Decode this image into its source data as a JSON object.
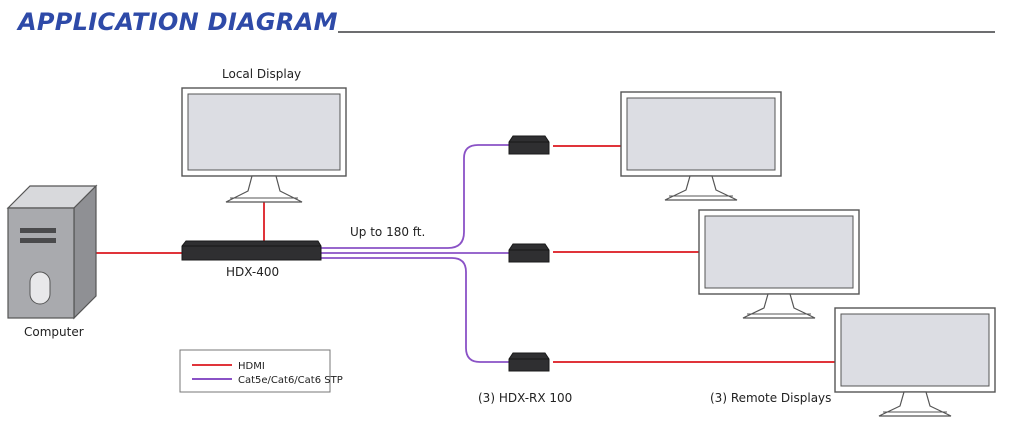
{
  "title": "APPLICATION DIAGRAM",
  "colors": {
    "hdmi": "#e0343a",
    "cat": "#8a52c6",
    "title": "#2e4aa8"
  },
  "labels": {
    "local_display": "Local Display",
    "computer": "Computer",
    "switch": "HDX-400",
    "distance": "Up to 180 ft.",
    "receivers": "(3) HDX-RX 100",
    "remote_displays": "(3) Remote Displays"
  },
  "legend": {
    "hdmi": "HDMI",
    "cat": "Cat5e/Cat6/Cat6 STP"
  }
}
